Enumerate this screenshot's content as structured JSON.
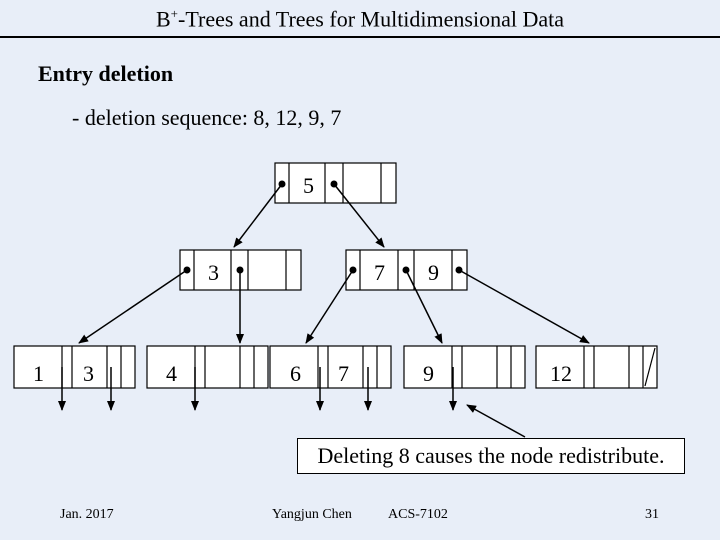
{
  "slide": {
    "title_main": "B",
    "title_sup": "+",
    "title_rest": "-Trees and Trees for Multidimensional Data",
    "heading": "Entry deletion",
    "subtext": "- deletion sequence: 8, 12, 9, 7"
  },
  "tree": {
    "root": {
      "keys": [
        "5"
      ]
    },
    "internal": [
      {
        "keys": [
          "3"
        ]
      },
      {
        "keys": [
          "7",
          "9"
        ]
      }
    ],
    "leaves": [
      {
        "keys": [
          "1",
          "3"
        ]
      },
      {
        "keys": [
          "4"
        ]
      },
      {
        "keys": [
          "6",
          "7"
        ]
      },
      {
        "keys": [
          "9"
        ]
      },
      {
        "keys": [
          "12"
        ]
      }
    ]
  },
  "callout": "Deleting 8 causes the node redistribute.",
  "footer": {
    "date": "Jan. 2017",
    "author": "Yangjun Chen",
    "course": "ACS-7102",
    "page": "31"
  }
}
